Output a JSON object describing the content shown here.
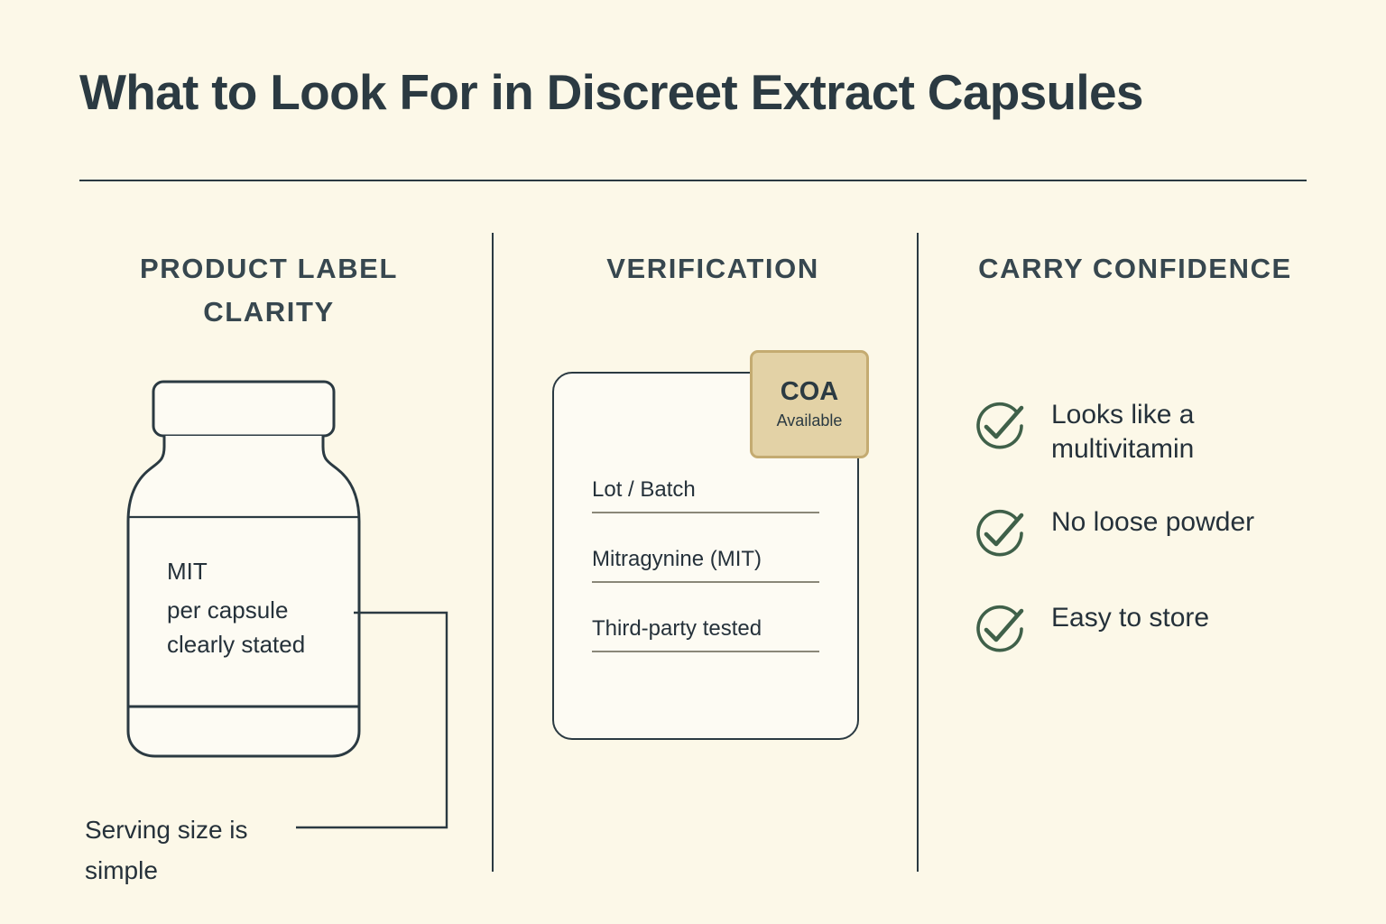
{
  "page": {
    "background_color": "#FCF8E8",
    "title": "What to Look For in Discreet Extract Capsules"
  },
  "colors": {
    "ink": "#2B3A42",
    "text": "#25313A",
    "green": "#3F6049",
    "badge_fill": "#E3D2A6",
    "badge_border": "#C4AB71",
    "card_fill": "#FDFBF3",
    "rule": "#8A8778"
  },
  "columns": [
    {
      "id": "product-label-clarity",
      "heading": "PRODUCT LABEL CLARITY",
      "bottle": {
        "label_lines": [
          "MIT",
          "per capsule",
          "clearly stated"
        ],
        "callout": "Serving size is simple"
      }
    },
    {
      "id": "verification",
      "heading": "VERIFICATION",
      "badge": {
        "title": "COA",
        "subtitle": "Available"
      },
      "rows": [
        {
          "label": "Lot / Batch"
        },
        {
          "label": "Mitragynine (MIT)"
        },
        {
          "label": "Third-party tested"
        }
      ]
    },
    {
      "id": "carry-confidence",
      "heading": "CARRY CONFIDENCE",
      "checklist": [
        {
          "icon": "check-circle-icon",
          "label": "Looks like a multivitamin"
        },
        {
          "icon": "check-circle-icon",
          "label": "No loose powder"
        },
        {
          "icon": "check-circle-icon",
          "label": "Easy to store"
        }
      ]
    }
  ]
}
